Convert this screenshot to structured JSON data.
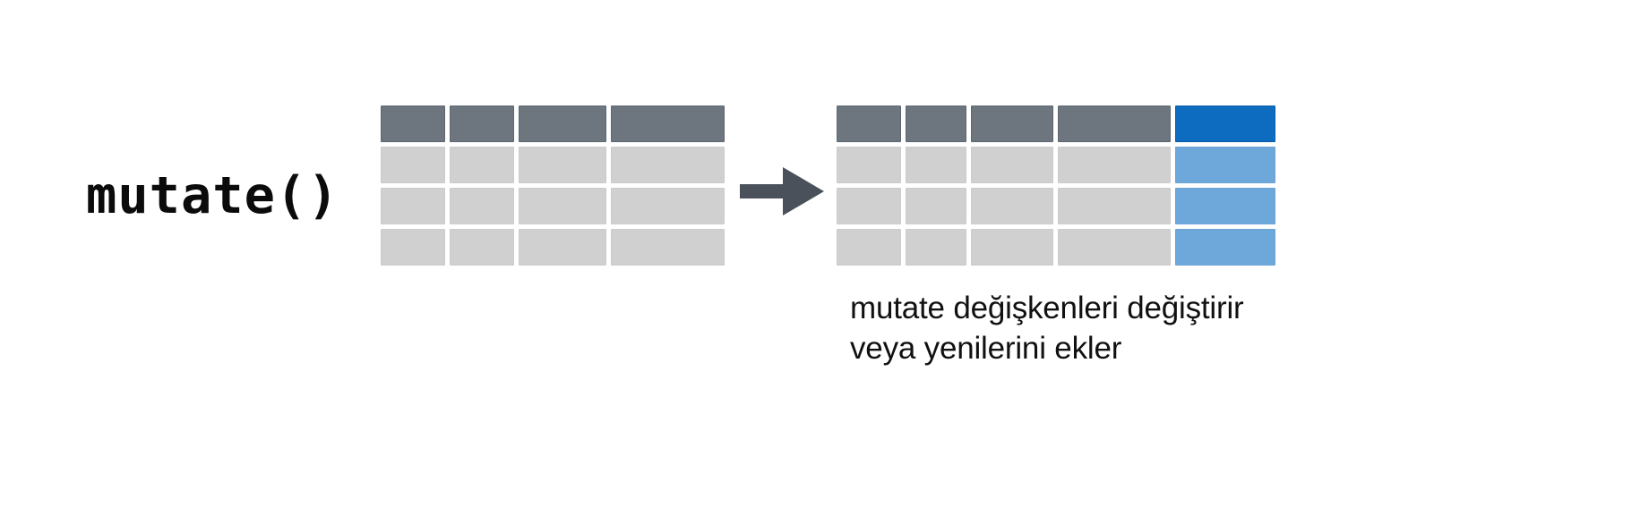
{
  "diagram": {
    "title": "mutate()",
    "function_label": "mutate()",
    "arrow_icon": "arrow-right-icon",
    "colors": {
      "background": "#ffffff",
      "header_gray": "#6d757f",
      "body_gray": "#d0d0d0",
      "header_accent_blue": "#0d6cc0",
      "body_accent_blue": "#6ea7da",
      "arrow": "#4a515a",
      "text": "#111111"
    },
    "tables": {
      "before": {
        "name": "input-table",
        "columns": 4,
        "rows": 4,
        "header_row": [
          "",
          "",
          "",
          ""
        ],
        "body_rows": [
          [
            "",
            "",
            "",
            ""
          ],
          [
            "",
            "",
            "",
            ""
          ],
          [
            "",
            "",
            "",
            ""
          ]
        ],
        "accent_column_index": null
      },
      "after": {
        "name": "output-table",
        "columns": 5,
        "rows": 4,
        "header_row": [
          "",
          "",
          "",
          "",
          ""
        ],
        "body_rows": [
          [
            "",
            "",
            "",
            "",
            ""
          ],
          [
            "",
            "",
            "",
            "",
            ""
          ],
          [
            "",
            "",
            "",
            "",
            ""
          ]
        ],
        "accent_column_index": 4
      }
    },
    "caption": {
      "line1": "mutate değişkenleri değiştirir",
      "line2": "veya yenilerini ekler"
    }
  }
}
